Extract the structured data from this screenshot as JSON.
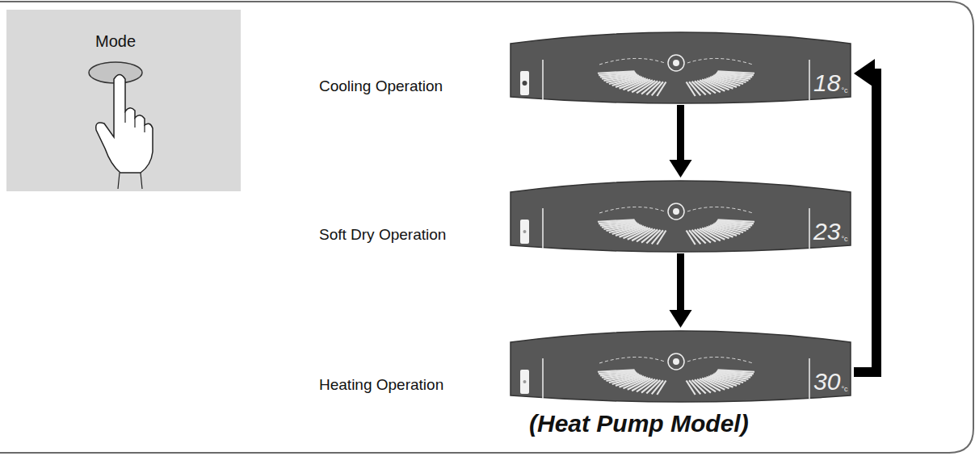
{
  "diagram": {
    "caption": "(Heat Pump Model)",
    "nodes": [
      {
        "text": [
          "Mode"
        ]
      },
      {
        "text": [
          "Cooling Operation",
          "18",
          "°c"
        ]
      },
      {
        "text": [
          "Soft Dry Operation",
          "23",
          "°c"
        ]
      },
      {
        "text": [
          "Heating Operation",
          "30",
          "°c"
        ]
      }
    ],
    "edges": [
      {
        "from": 1,
        "to": 2,
        "arrow": "to"
      },
      {
        "from": 2,
        "to": 3,
        "arrow": "to"
      },
      {
        "from": 3,
        "to": 1,
        "arrow": "to"
      }
    ]
  }
}
